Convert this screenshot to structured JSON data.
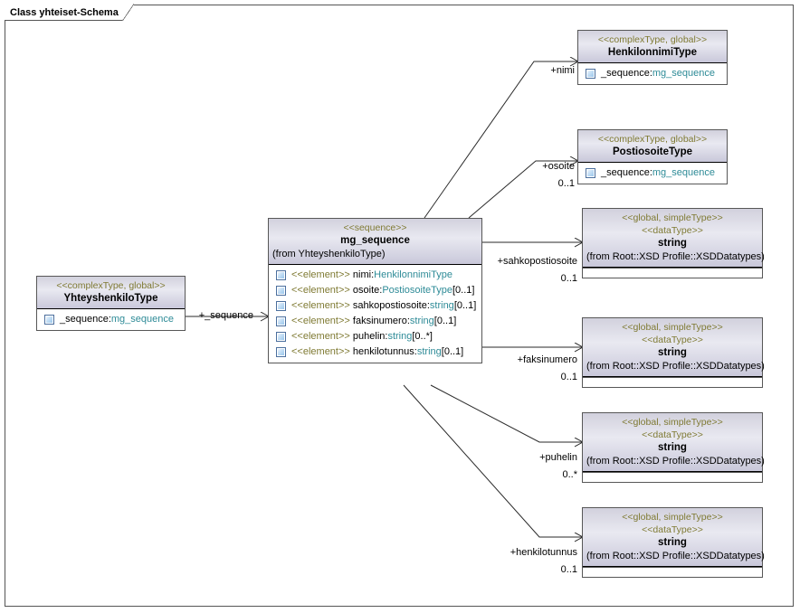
{
  "diagram": {
    "tab_title": "Class yhteiset-Schema"
  },
  "classes": {
    "yhteyshenkilo": {
      "stereotype": "<<complexType, global>>",
      "name": "YhteyshenkiloType",
      "attributes": [
        {
          "icon": "xsd-element-icon",
          "name": "_sequence:",
          "type": "mg_sequence"
        }
      ]
    },
    "mg_sequence": {
      "stereotype": "<<sequence>>",
      "name": "mg_sequence",
      "from": "(from YhteyshenkiloType)",
      "attributes": [
        {
          "icon": "xsd-element-icon",
          "stereotype": "<<element>>",
          "name": "nimi:",
          "type": "HenkilonnimiType",
          "multiplicity": ""
        },
        {
          "icon": "xsd-element-icon",
          "stereotype": "<<element>>",
          "name": "osoite:",
          "type": "PostiosoiteType",
          "multiplicity": "[0..1]"
        },
        {
          "icon": "xsd-element-icon",
          "stereotype": "<<element>>",
          "name": "sahkopostiosoite:",
          "type": "string",
          "multiplicity": "[0..1]"
        },
        {
          "icon": "xsd-element-icon",
          "stereotype": "<<element>>",
          "name": "faksinumero:",
          "type": "string",
          "multiplicity": "[0..1]"
        },
        {
          "icon": "xsd-element-icon",
          "stereotype": "<<element>>",
          "name": "puhelin:",
          "type": "string",
          "multiplicity": "[0..*]"
        },
        {
          "icon": "xsd-element-icon",
          "stereotype": "<<element>>",
          "name": "henkilotunnus:",
          "type": "string",
          "multiplicity": "[0..1]"
        }
      ]
    },
    "henkilonnimi": {
      "stereotype": "<<complexType, global>>",
      "name": "HenkilonnimiType",
      "attributes": [
        {
          "icon": "xsd-element-icon",
          "name": "_sequence:",
          "type": "mg_sequence"
        }
      ]
    },
    "postiosoite": {
      "stereotype": "<<complexType, global>>",
      "name": "PostiosoiteType",
      "attributes": [
        {
          "icon": "xsd-element-icon",
          "name": "_sequence:",
          "type": "mg_sequence"
        }
      ]
    },
    "string_sahkoposti": {
      "stereotype1": "<<global, simpleType>>",
      "stereotype2": "<<dataType>>",
      "name": "string",
      "from": "(from Root::XSD Profile::XSDDatatypes)"
    },
    "string_faksinumero": {
      "stereotype1": "<<global, simpleType>>",
      "stereotype2": "<<dataType>>",
      "name": "string",
      "from": "(from Root::XSD Profile::XSDDatatypes)"
    },
    "string_puhelin": {
      "stereotype1": "<<global, simpleType>>",
      "stereotype2": "<<dataType>>",
      "name": "string",
      "from": "(from Root::XSD Profile::XSDDatatypes)"
    },
    "string_henkilotunnus": {
      "stereotype1": "<<global, simpleType>>",
      "stereotype2": "<<dataType>>",
      "name": "string",
      "from": "(from Root::XSD Profile::XSDDatatypes)"
    }
  },
  "connectors": [
    {
      "id": "sequence",
      "role": "+_sequence",
      "multiplicity": ""
    },
    {
      "id": "nimi",
      "role": "+nimi",
      "multiplicity": ""
    },
    {
      "id": "osoite",
      "role": "+osoite",
      "multiplicity": "0..1"
    },
    {
      "id": "sahkoposti",
      "role": "+sahkopostiosoite",
      "multiplicity": "0..1"
    },
    {
      "id": "faksinumero",
      "role": "+faksinumero",
      "multiplicity": "0..1"
    },
    {
      "id": "puhelin",
      "role": "+puhelin",
      "multiplicity": "0..*"
    },
    {
      "id": "henkilotunnus",
      "role": "+henkilotunnus",
      "multiplicity": "0..1"
    }
  ],
  "colors": {
    "header_gradient_top": "#d2d1dd",
    "header_gradient_mid": "#e9e9f1",
    "header_gradient_bottom": "#c9c8da",
    "stereotype_text": "#7f7a33",
    "type_text": "#2e8b97",
    "border": "#575757",
    "canvas": "#ffffff"
  }
}
